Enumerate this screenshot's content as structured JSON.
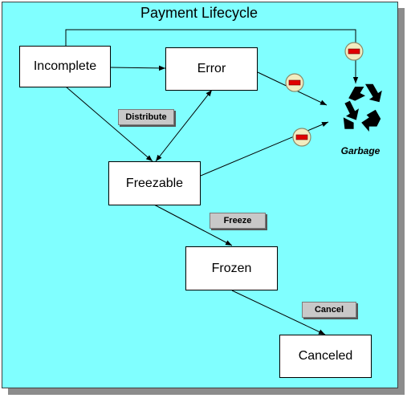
{
  "title": "Payment Lifecycle",
  "colors": {
    "background": "#80ffff",
    "state_fill": "#ffffff",
    "action_fill": "#c8c8c8",
    "delete_icon_red": "#e00000"
  },
  "states": {
    "incomplete": "Incomplete",
    "error": "Error",
    "freezable": "Freezable",
    "frozen": "Frozen",
    "canceled": "Canceled"
  },
  "actions": {
    "distribute": "Distribute",
    "freeze": "Freeze",
    "cancel": "Cancel"
  },
  "garbage": {
    "label": "Garbage",
    "icon": "recycle-icon"
  },
  "delete_icon": "delete-icon",
  "transitions": [
    {
      "from": "Incomplete",
      "to": "Error"
    },
    {
      "from": "Incomplete",
      "to": "Freezable",
      "label": "Distribute"
    },
    {
      "from": "Error",
      "to": "Freezable",
      "bidirectional": true
    },
    {
      "from": "Freezable",
      "to": "Frozen",
      "label": "Freeze"
    },
    {
      "from": "Frozen",
      "to": "Canceled",
      "label": "Cancel"
    },
    {
      "from": "Incomplete",
      "to": "Garbage"
    },
    {
      "from": "Error",
      "to": "Garbage"
    },
    {
      "from": "Freezable",
      "to": "Garbage"
    }
  ]
}
